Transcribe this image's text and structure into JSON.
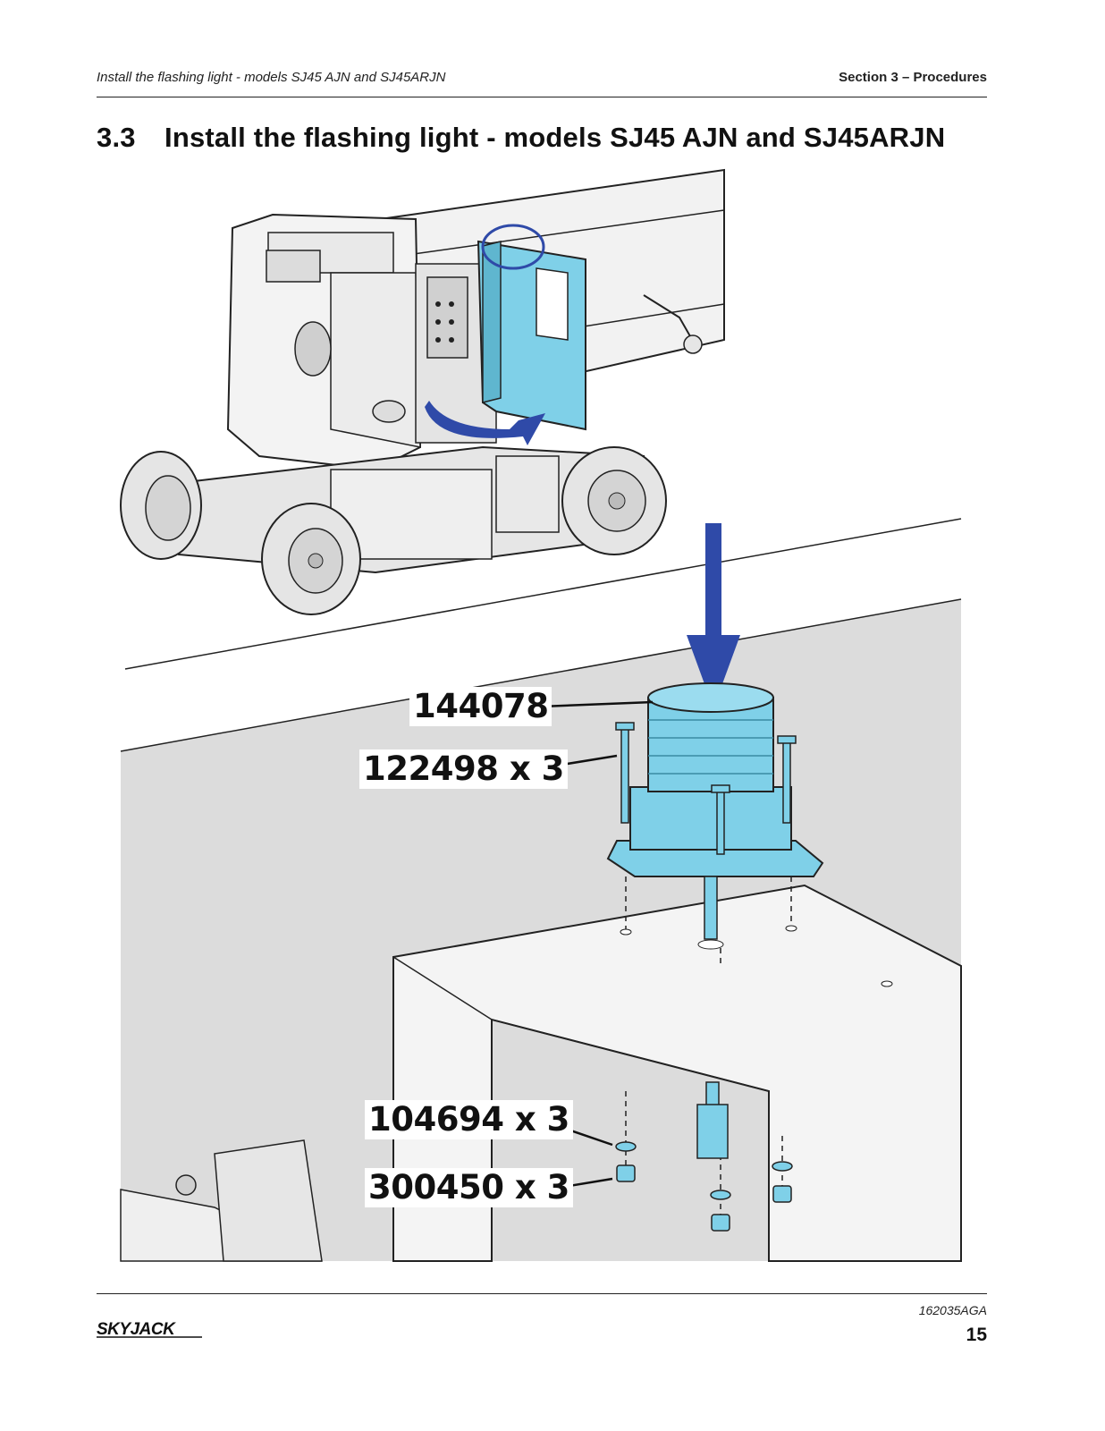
{
  "header": {
    "left_text": "Install the flashing light - models SJ45 AJN and SJ45ARJN",
    "right_text": "Section 3 – Procedures"
  },
  "section": {
    "number": "3.3",
    "title": "Install the flashing light - models SJ45 AJN and SJ45ARJN"
  },
  "figure": {
    "callouts": [
      {
        "id": "light",
        "text": "144078"
      },
      {
        "id": "bolts",
        "text": "122498 x 3"
      },
      {
        "id": "washers",
        "text": "104694 x 3"
      },
      {
        "id": "nuts",
        "text": "300450 x 3"
      }
    ],
    "colors": {
      "part_highlight": "#7fd0e8",
      "arrow": "#2f4aa8",
      "panel_gray": "#d9d9d9",
      "machine_light": "#f0f0f0",
      "outline": "#222222"
    }
  },
  "footer": {
    "doc_code": "162035AGA",
    "page_number": "15",
    "brand": "SKYJACK"
  }
}
